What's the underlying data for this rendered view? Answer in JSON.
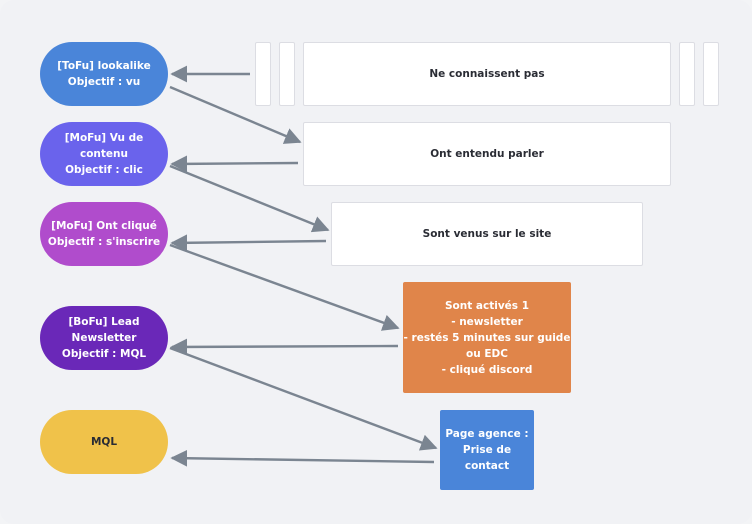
{
  "pills": [
    {
      "line1": "[ToFu] lookalike",
      "line2": "Objectif : vu",
      "color": "#4a85d9"
    },
    {
      "line1": "[MoFu] Vu de contenu",
      "line2": "Objectif : clic",
      "color": "#6a63ec"
    },
    {
      "line1": "[MoFu] Ont cliqué",
      "line2": "Objectif : s'inscrire",
      "color": "#b04ccc"
    },
    {
      "text": "[BoFu] Lead\nNewsletter\nObjectif : MQL",
      "color": "#6a28b8"
    },
    {
      "text": "MQL",
      "color": "#f0c24a"
    }
  ],
  "stages": [
    {
      "text": "Ne connaissent pas"
    },
    {
      "text": "Ont entendu parler"
    },
    {
      "text": "Sont venus sur le site"
    },
    {
      "text": "Sont activés 1\n- newsletter\n- restés 5 minutes sur guide\nou EDC\n- cliqué discord",
      "color": "#e0854a"
    },
    {
      "text": "Page agence :\nPrise de\ncontact",
      "color": "#4a85d9"
    }
  ],
  "colors": {
    "arrow": "#7b8591",
    "mql_text": "#2a2c34"
  }
}
